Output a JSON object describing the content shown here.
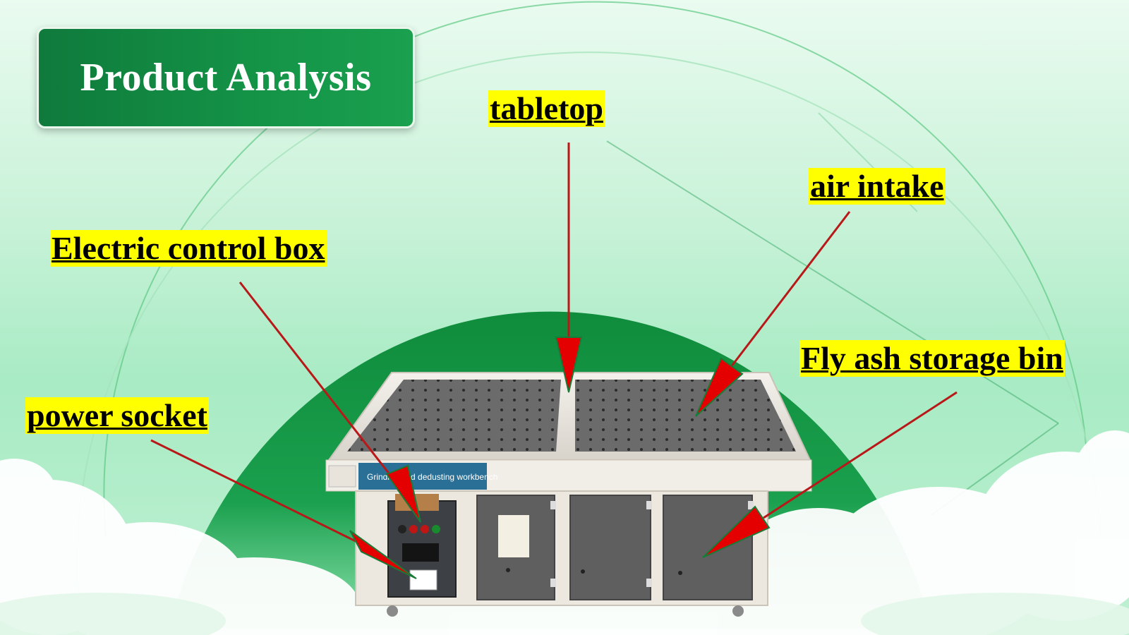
{
  "title": "Product Analysis",
  "callouts": {
    "tabletop": "tabletop",
    "air_intake": "air intake",
    "electric_control_box": "Electric control box",
    "fly_ash_storage_bin": "Fly ash storage bin",
    "power_socket": "power socket"
  },
  "product": {
    "panel_label": "Grinding and dedusting workbench"
  },
  "colors": {
    "title_green": "#149447",
    "callout_yellow": "#ffff00",
    "arrow_red": "#e00000",
    "dome_green": "#13923f"
  }
}
